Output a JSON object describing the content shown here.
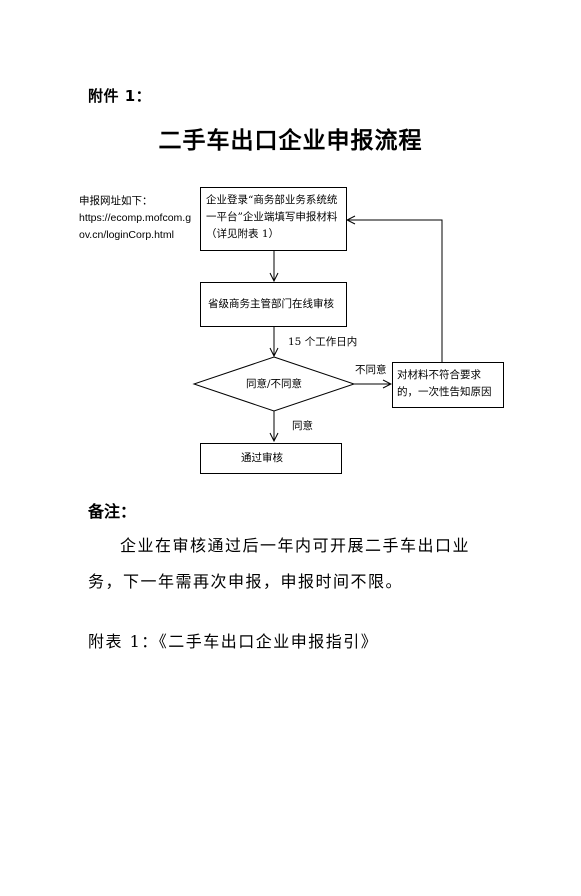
{
  "attachment_heading": "附件 1：",
  "title": "二手车出口企业申报流程",
  "url_note": {
    "label": "申报网址如下：",
    "url_line1": "https://ecomp.mofcom.g",
    "url_line2": "ov.cn/loginCorp.html"
  },
  "flow": {
    "step1": "企业登录“商务部业务系统统一平台”企业端填写申报材料（详见附表 1）",
    "step2": "省级商务主管部门在线审核",
    "time_label": "15 个工作日内",
    "decision": "同意/不同意",
    "reject_label": "不同意",
    "reject_box": "对材料不符合要求的，一次性告知原因",
    "approve_label": "同意",
    "final": "通过审核"
  },
  "remarks": {
    "heading": "备注：",
    "body": "企业在审核通过后一年内可开展二手车出口业务，下一年需再次申报，申报时间不限。"
  },
  "annex": "附表 1：《二手车出口企业申报指引》"
}
